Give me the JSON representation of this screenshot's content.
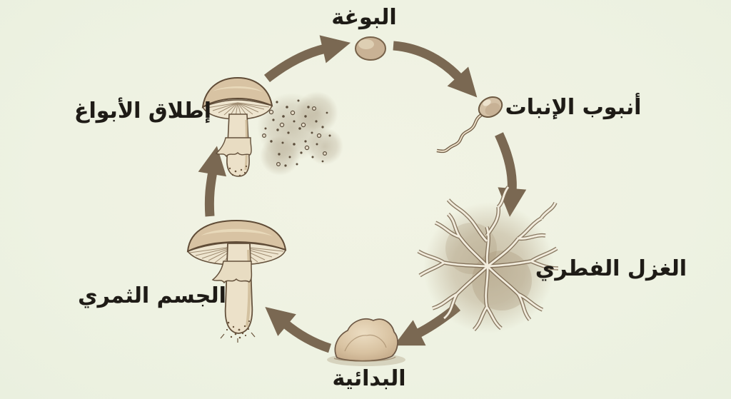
{
  "diagram": {
    "description_direction": "rtl",
    "background_color": "#eef2e2",
    "arrow_color": "#7a6852",
    "label_color": "#1e1b16",
    "stages": [
      {
        "id": "spore",
        "label": "البوغة"
      },
      {
        "id": "germ-tube",
        "label": "أنبوب الإنبات"
      },
      {
        "id": "mycelium",
        "label": "الغزل الفطري"
      },
      {
        "id": "primordium",
        "label": "البدائية"
      },
      {
        "id": "fruiting-body",
        "label": "الجسم الثمري"
      },
      {
        "id": "spore-release",
        "label": "إطلاق الأبواغ"
      }
    ],
    "arrows": [
      {
        "from": "spore",
        "to": "germ-tube"
      },
      {
        "from": "germ-tube",
        "to": "mycelium"
      },
      {
        "from": "mycelium",
        "to": "primordium"
      },
      {
        "from": "primordium",
        "to": "fruiting-body"
      },
      {
        "from": "fruiting-body",
        "to": "spore-release"
      },
      {
        "from": "spore-release",
        "to": "spore"
      }
    ]
  }
}
